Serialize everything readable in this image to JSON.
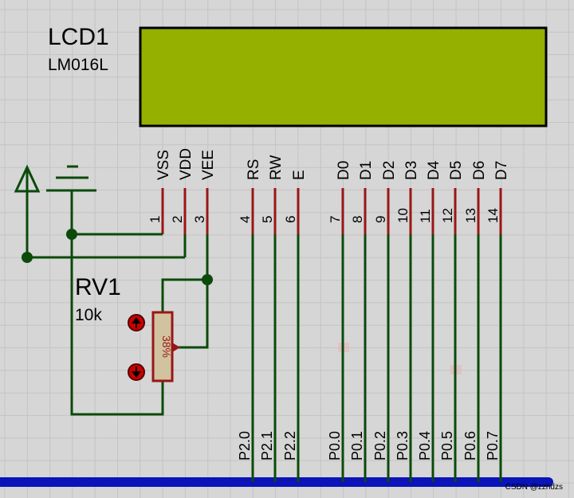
{
  "lcd": {
    "ref": "LCD1",
    "model": "LM016L",
    "screen_color": "#96b000",
    "pins": [
      {
        "name": "VSS",
        "number": "1"
      },
      {
        "name": "VDD",
        "number": "2"
      },
      {
        "name": "VEE",
        "number": "3"
      },
      {
        "name": "RS",
        "number": "4"
      },
      {
        "name": "RW",
        "number": "5"
      },
      {
        "name": "E",
        "number": "6"
      },
      {
        "name": "D0",
        "number": "7"
      },
      {
        "name": "D1",
        "number": "8"
      },
      {
        "name": "D2",
        "number": "9"
      },
      {
        "name": "D3",
        "number": "10"
      },
      {
        "name": "D4",
        "number": "11"
      },
      {
        "name": "D5",
        "number": "12"
      },
      {
        "name": "D6",
        "number": "13"
      },
      {
        "name": "D7",
        "number": "14"
      }
    ]
  },
  "pot": {
    "ref": "RV1",
    "value": "10k",
    "wiper": "38%"
  },
  "net_labels": [
    "P2.0",
    "P2.1",
    "P2.2",
    "P0.0",
    "P0.1",
    "P0.2",
    "P0.3",
    "P0.4",
    "P0.5",
    "P0.6",
    "P0.7"
  ],
  "power_symbols": [
    "power-terminal",
    "ground-terminal"
  ],
  "watermark": "CSDN @zzhdzs",
  "colors": {
    "background": "#d6d6d6",
    "grid": "#c4c4c4",
    "wire": "#0b4a0b",
    "pin": "#9a1616",
    "bus": "#0a14b8",
    "resistor": "#d2c3a0"
  }
}
